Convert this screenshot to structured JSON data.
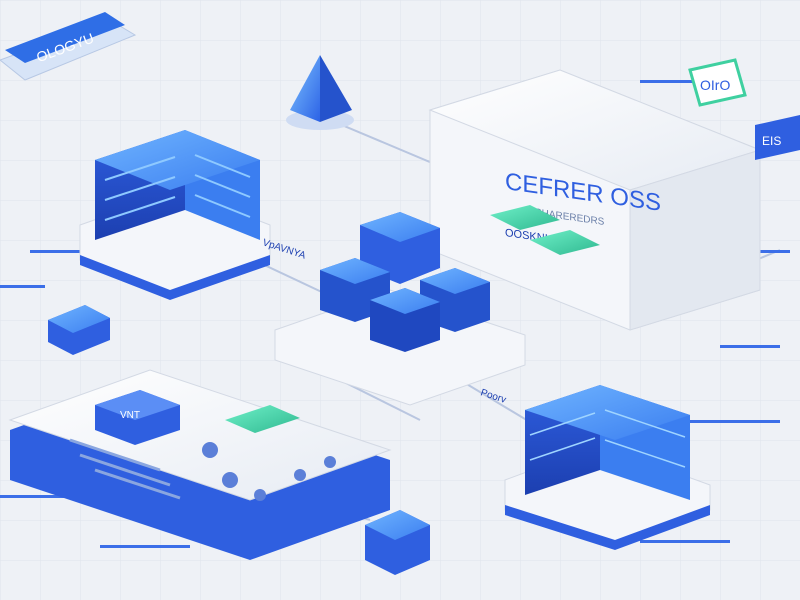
{
  "labels": {
    "main_title": "CEFRER OSS",
    "main_subtitle": "SHAREREDRS",
    "server_tag": "OOSKNI",
    "top_left_badge": "OLOGYU",
    "top_right_badge": "OIrO",
    "right_banner": "EIS",
    "center_label_1": "VpAVNYA",
    "center_label_2": "Poorv",
    "console_key": "VNT"
  },
  "colors": {
    "background": "#eef1f6",
    "primary_blue": "#2f5fe0",
    "light_blue": "#3b8cf0",
    "cyan": "#3fd0ff",
    "teal": "#3fd0a0",
    "white": "#ffffff"
  },
  "icons": [
    "pyramid-icon",
    "server-rack-icon",
    "cube-cluster-icon",
    "data-block-icon",
    "console-icon"
  ]
}
